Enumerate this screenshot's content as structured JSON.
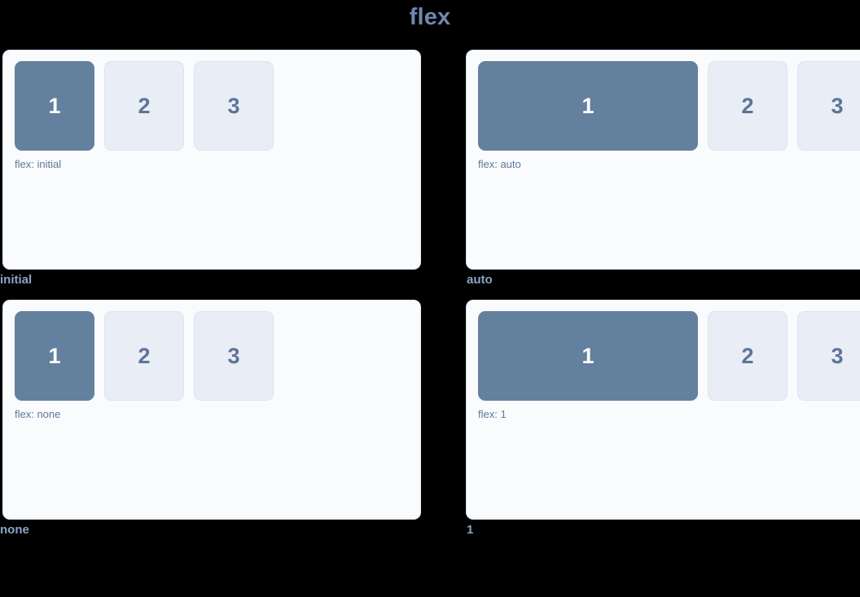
{
  "page": {
    "title": "flex",
    "background_color": "#000000",
    "title_color": "#6f88ad"
  },
  "theme": {
    "panel_background": "#fafbfd",
    "panel_border": "#dfe6f2",
    "active_box_fill": "#64809f",
    "active_box_text": "#ffffff",
    "inactive_box_fill": "#e8edf6",
    "inactive_box_border": "#dde4f1",
    "inactive_box_text": "#5c7496",
    "caption_color": "#5e789d",
    "label_color": "#8aa4c6"
  },
  "box_labels": [
    "1",
    "2",
    "3"
  ],
  "demos": [
    {
      "id": "initial",
      "label": "initial",
      "caption": "flex: initial",
      "flex_value": "initial",
      "boxes": [
        {
          "label": "1",
          "state": "active"
        },
        {
          "label": "2",
          "state": "inactive"
        },
        {
          "label": "3",
          "state": "inactive"
        }
      ]
    },
    {
      "id": "auto",
      "label": "auto",
      "caption": "flex: auto",
      "flex_value": "auto",
      "boxes": [
        {
          "label": "1",
          "state": "active"
        },
        {
          "label": "2",
          "state": "inactive"
        },
        {
          "label": "3",
          "state": "inactive"
        }
      ]
    },
    {
      "id": "none",
      "label": "none",
      "caption": "flex: none",
      "flex_value": "none",
      "boxes": [
        {
          "label": "1",
          "state": "active"
        },
        {
          "label": "2",
          "state": "inactive"
        },
        {
          "label": "3",
          "state": "inactive"
        }
      ]
    },
    {
      "id": "1",
      "label": "1",
      "caption": "flex: 1",
      "flex_value": "1",
      "boxes": [
        {
          "label": "1",
          "state": "active"
        },
        {
          "label": "2",
          "state": "inactive"
        },
        {
          "label": "3",
          "state": "inactive"
        }
      ]
    }
  ]
}
